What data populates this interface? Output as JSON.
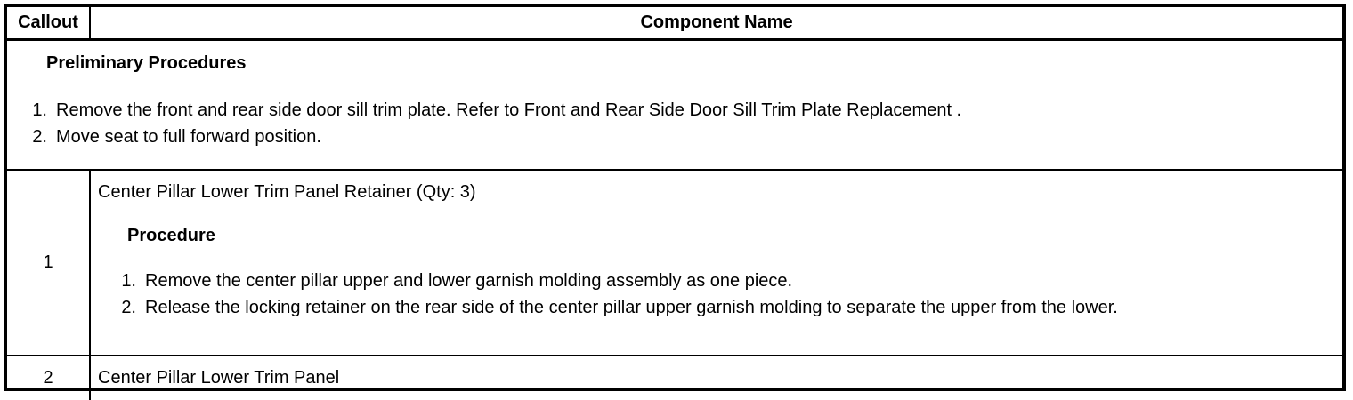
{
  "header": {
    "callout_label": "Callout",
    "component_label": "Component Name"
  },
  "preliminary": {
    "title": "Preliminary Procedures",
    "steps": [
      {
        "num": "1.",
        "text": "Remove the front and rear side door sill trim plate. Refer to Front and Rear Side Door Sill Trim Plate Replacement ."
      },
      {
        "num": "2.",
        "text": "Move seat to full forward position."
      }
    ]
  },
  "rows": [
    {
      "callout": "1",
      "component": "Center Pillar Lower Trim Panel Retainer (Qty: 3)",
      "procedure": {
        "title": "Procedure",
        "steps": [
          {
            "num": "1.",
            "text": "Remove the center pillar upper and lower garnish molding assembly as one piece."
          },
          {
            "num": "2.",
            "text": "Release the locking retainer on the rear side of the center pillar upper garnish molding to separate the upper from the lower."
          }
        ]
      }
    },
    {
      "callout": "2",
      "component": "Center Pillar Lower Trim Panel"
    }
  ],
  "colors": {
    "text": "#000000",
    "background": "#ffffff",
    "border": "#000000"
  }
}
